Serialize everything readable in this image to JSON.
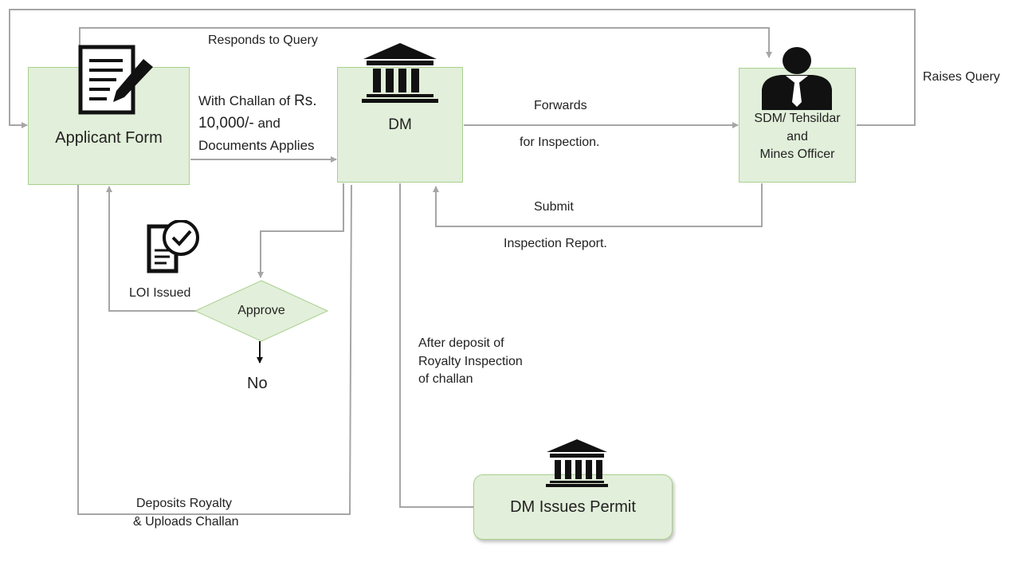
{
  "colors": {
    "box_fill": "#e2efda",
    "box_border": "#a9d08e",
    "connector": "#a6a6a6",
    "icon": "#111111"
  },
  "nodes": {
    "applicant": {
      "label": "Applicant Form",
      "icon": "form-edit-icon"
    },
    "dm": {
      "label": "DM",
      "icon": "bank-icon"
    },
    "sdm": {
      "line1": "SDM/ Tehsildar",
      "line2": "and",
      "line3": "Mines Officer",
      "icon": "officer-icon"
    },
    "approve": {
      "label": "Approve"
    },
    "permit": {
      "label": "DM Issues Permit",
      "icon": "bank-icon"
    }
  },
  "edges": {
    "responds": "Responds to  Query",
    "raises": "Raises Query",
    "challan_line1_a": "With Challan of ",
    "challan_line1_b": "Rs.",
    "challan_line2_a": "10,000/-",
    "challan_line2_b": " and",
    "challan_line3": "Documents Applies",
    "forwards": "Forwards",
    "for_inspection": "for Inspection.",
    "submit": "Submit",
    "inspection_report": "Inspection Report.",
    "loi": "LOI Issued",
    "no": "No",
    "after_deposit_1": "After deposit of",
    "after_deposit_2": "Royalty Inspection",
    "after_deposit_3": "of challan",
    "deposits_1": "Deposits Royalty",
    "deposits_2": "& Uploads Challan"
  }
}
